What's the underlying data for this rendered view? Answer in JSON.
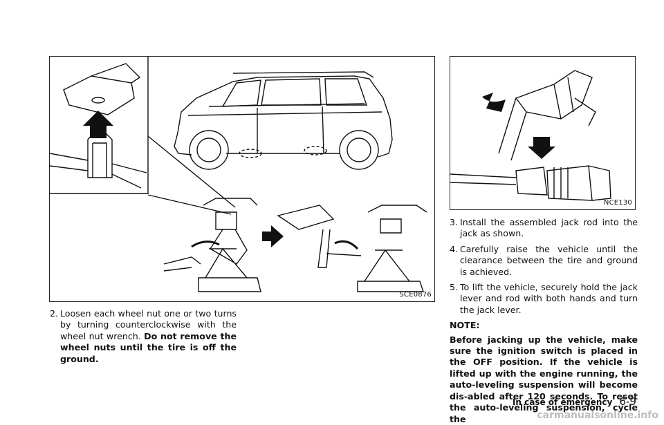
{
  "figures": {
    "left": {
      "code": "SCE0876"
    },
    "right": {
      "code": "NCE130"
    }
  },
  "step2": {
    "number": "2.",
    "text": "Loosen each wheel nut one or two turns by turning counterclockwise with the wheel nut wrench.",
    "bold": "Do not remove the wheel nuts until the tire is off the ground."
  },
  "steps_right": [
    {
      "number": "3.",
      "text": "Install the assembled jack rod into the jack as shown."
    },
    {
      "number": "4.",
      "text": "Carefully raise the vehicle until the clearance between the tire and ground is achieved."
    },
    {
      "number": "5.",
      "text": "To lift the vehicle, securely hold the jack lever and rod with both hands and turn the jack lever."
    }
  ],
  "note": {
    "label": "NOTE:",
    "text": "Before jacking up the vehicle, make sure the ignition switch is placed in the OFF position. If the vehicle is lifted up with the engine running, the auto-leveling suspension will become dis-abled after 120 seconds. To reset the auto-leveling suspension, cycle the"
  },
  "footer": {
    "section": "In case of emergency",
    "page": "6-9"
  },
  "watermark": "carmanualsonline.info"
}
